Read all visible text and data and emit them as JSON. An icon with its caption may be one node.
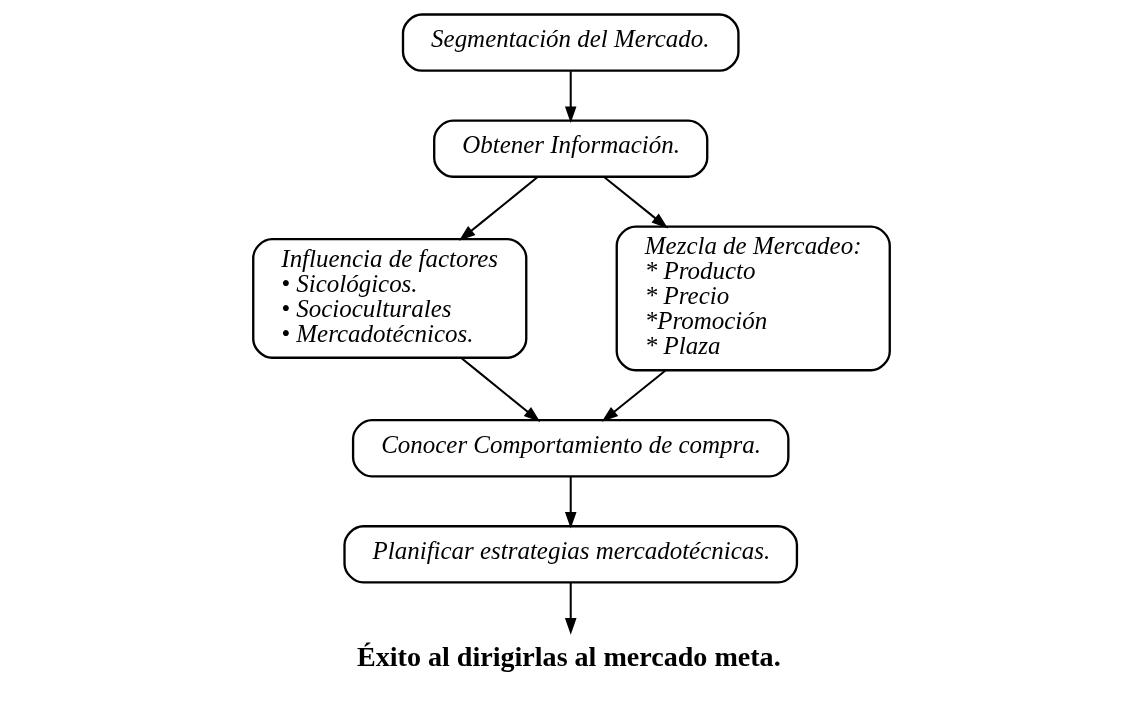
{
  "diagram": {
    "nodes": [
      {
        "text": [
          "Segmentación del Mercado."
        ]
      },
      {
        "text": [
          "Obtener Información."
        ]
      },
      {
        "text": [
          "Influencia de factores",
          "• Sicológicos.",
          "• Socioculturales",
          "• Mercadotécnicos."
        ]
      },
      {
        "text": [
          "Mezcla de Mercadeo:",
          "* Producto",
          "* Precio",
          "*Promoción",
          "* Plaza"
        ]
      },
      {
        "text": [
          "Conocer Comportamiento de compra."
        ]
      },
      {
        "text": [
          "Planificar estrategias mercadotécnicas."
        ]
      },
      {
        "text": [
          "Éxito al dirigirlas al mercado meta."
        ]
      }
    ],
    "edges": [
      {
        "from": 0,
        "to": 1,
        "arrow": "to"
      },
      {
        "from": 1,
        "to": 2,
        "arrow": "to"
      },
      {
        "from": 1,
        "to": 3,
        "arrow": "to"
      },
      {
        "from": 2,
        "to": 4,
        "arrow": "to"
      },
      {
        "from": 3,
        "to": 4,
        "arrow": "to"
      },
      {
        "from": 4,
        "to": 5,
        "arrow": "to"
      },
      {
        "from": 5,
        "to": 6,
        "arrow": "to"
      }
    ]
  }
}
